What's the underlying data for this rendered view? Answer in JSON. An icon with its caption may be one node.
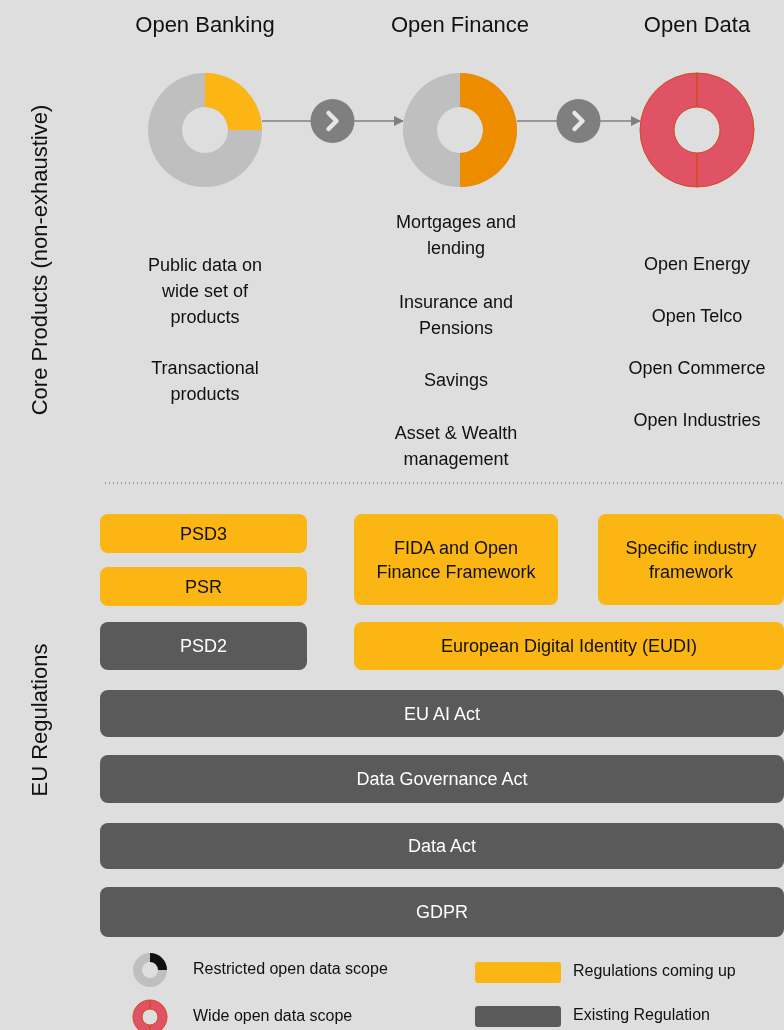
{
  "diagram": {
    "nodes": [
      {
        "text": [
          "Open Banking"
        ]
      },
      {
        "text": [
          "Open Finance"
        ]
      },
      {
        "text": [
          "Open Data"
        ]
      },
      {
        "text": [
          "PSD3"
        ]
      },
      {
        "text": [
          "FIDA and Open Finance Framework"
        ]
      },
      {
        "text": [
          "Specific industry framework"
        ]
      },
      {
        "text": [
          "PSR"
        ]
      },
      {
        "text": [
          "PSD2"
        ]
      },
      {
        "text": [
          "European Digital Identity (EUDI)"
        ]
      },
      {
        "text": [
          "EU AI Act"
        ]
      },
      {
        "text": [
          "Data Governance Act"
        ]
      },
      {
        "text": [
          "Data Act"
        ]
      },
      {
        "text": [
          "GDPR"
        ]
      }
    ],
    "edges": [
      {
        "from": 0,
        "to": 1,
        "arrow": "to"
      },
      {
        "from": 1,
        "to": 2,
        "arrow": "to"
      }
    ],
    "labels": [
      "Core Products (non-exhaustive)",
      "Public data on wide set of products",
      "Transactional products",
      "Mortgages and lending",
      "Insurance and Pensions",
      "Savings",
      "Asset & Wealth management",
      "Open Energy",
      "Open Telco",
      "Open Commerce",
      "Open Industries",
      "EU Regulations"
    ],
    "legend": [
      {
        "text": "Restricted open data scope"
      },
      {
        "text": "Wide open data scope"
      },
      {
        "text": "Regulations coming up",
        "color": "#fbb614"
      },
      {
        "text": "Existing Regulation",
        "color": "#5a5a5a"
      }
    ]
  }
}
